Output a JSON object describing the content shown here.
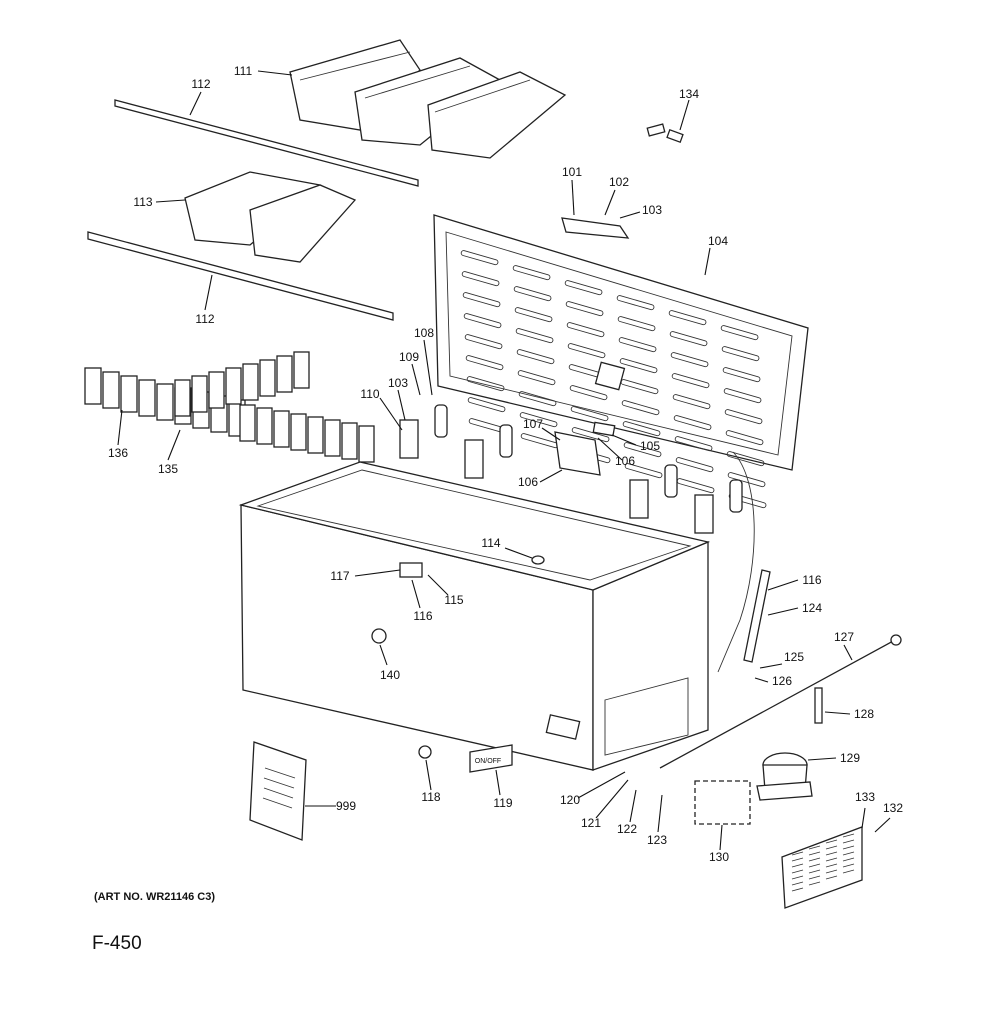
{
  "diagram": {
    "labels": [
      "111",
      "112",
      "134",
      "101",
      "102",
      "103",
      "113",
      "104",
      "112",
      "108",
      "109",
      "110",
      "103",
      "107",
      "105",
      "106",
      "106",
      "136",
      "135",
      "114",
      "117",
      "116",
      "115",
      "116",
      "124",
      "127",
      "125",
      "126",
      "140",
      "128",
      "129",
      "118",
      "119",
      "999",
      "120",
      "121",
      "122",
      "123",
      "130",
      "133",
      "132"
    ],
    "art_number": "(ART NO. WR21146 C3)",
    "figure_id": "F-450",
    "control_label": "ON/OFF"
  }
}
